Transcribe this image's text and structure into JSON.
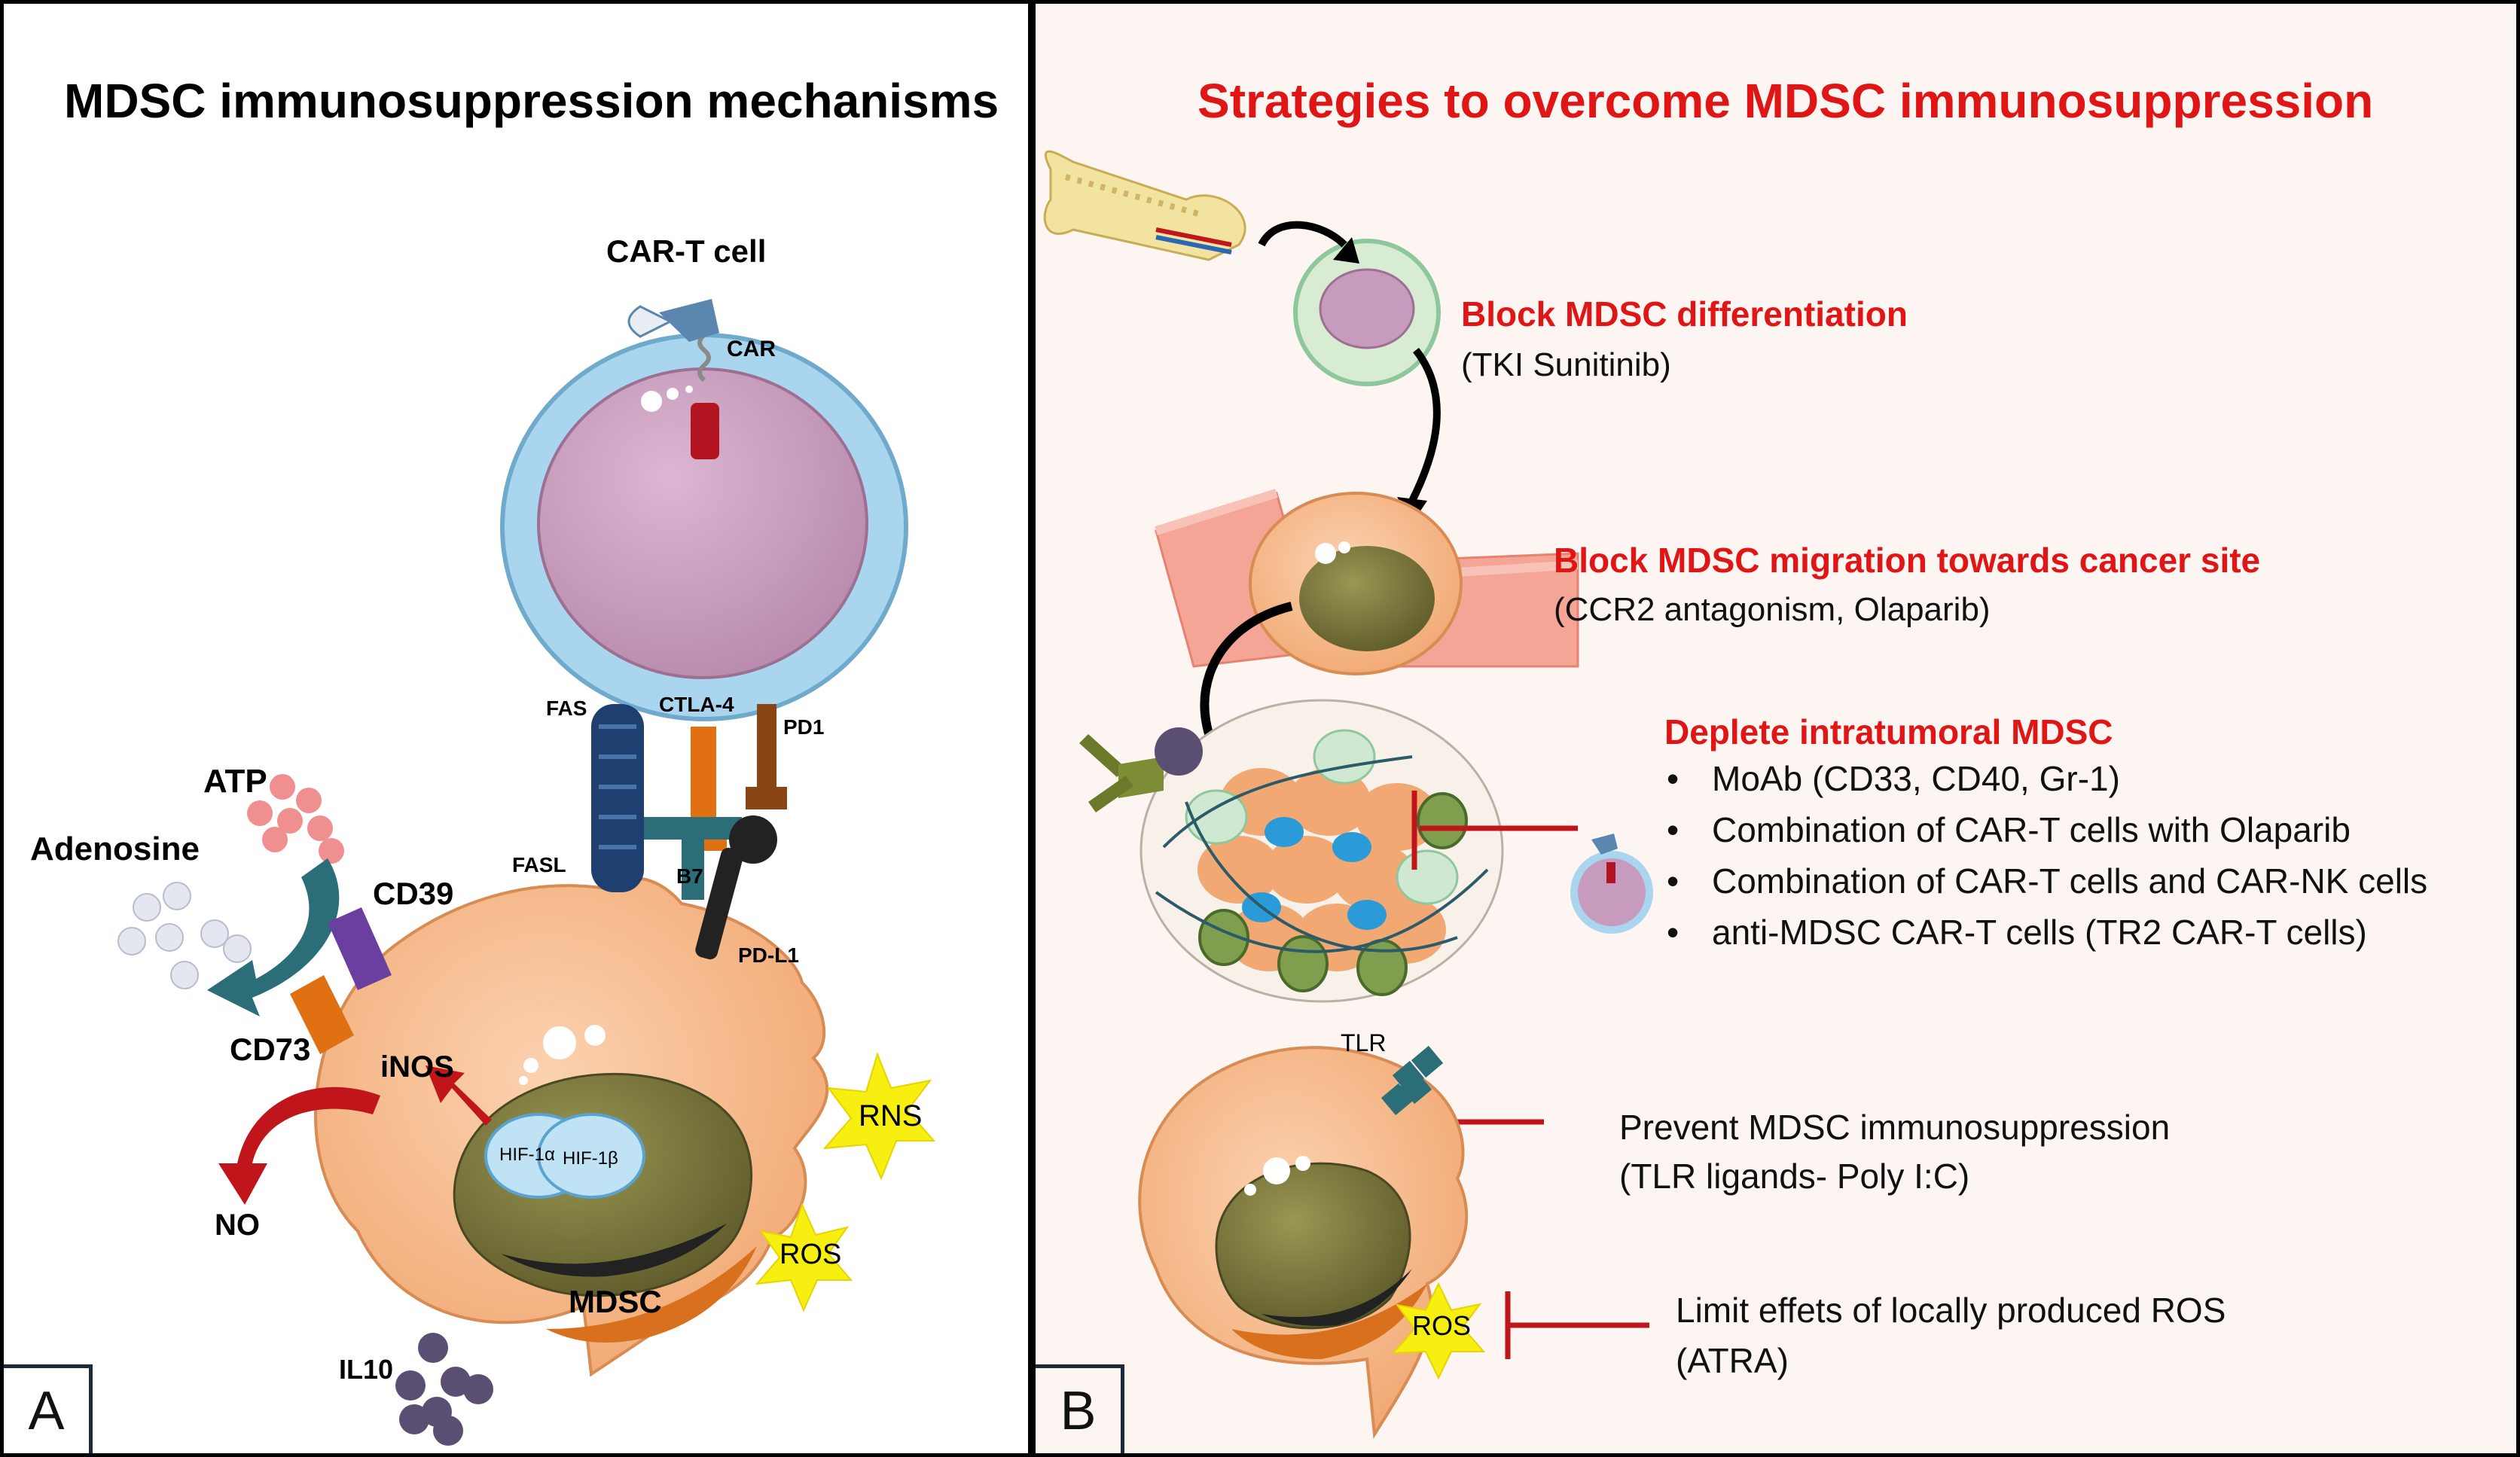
{
  "panel_a": {
    "title": "MDSC immunosuppression mechanisms",
    "letter": "A",
    "labels": {
      "car_t_cell": "CAR-T cell",
      "car": "CAR",
      "fas": "FAS",
      "ctla4": "CTLA-4",
      "pd1": "PD1",
      "fasl": "FASL",
      "b7": "B7",
      "pdl1": "PD-L1",
      "atp": "ATP",
      "adenosine": "Adenosine",
      "cd39": "CD39",
      "cd73": "CD73",
      "inos": "iNOS",
      "hif1a": "HIF-1α",
      "hif1b": "HIF-1β",
      "rns": "RNS",
      "ros": "ROS",
      "no": "NO",
      "mdsc": "MDSC",
      "il10": "IL10"
    }
  },
  "panel_b": {
    "title": "Strategies to overcome MDSC immunosuppression",
    "letter": "B",
    "strategies": {
      "differentiation": {
        "heading": "Block MDSC differentiation",
        "detail": "(TKI Sunitinib)"
      },
      "migration": {
        "heading": "Block MDSC migration towards cancer site",
        "detail": "(CCR2 antagonism, Olaparib)"
      },
      "deplete": {
        "heading": "Deplete intratumoral MDSC",
        "items": [
          "MoAb (CD33, CD40, Gr-1)",
          "Combination of CAR-T cells with  Olaparib",
          "Combination of CAR-T cells and CAR-NK cells",
          "anti-MDSC CAR-T cells (TR2 CAR-T cells)"
        ]
      },
      "prevent": {
        "line1": "Prevent  MDSC immunosuppression",
        "line2": "(TLR  ligands- Poly I:C)"
      },
      "limit": {
        "line1": "Limit effets of locally produced ROS",
        "line2": "(ATRA)"
      }
    },
    "labels": {
      "tlr": "TLR",
      "ros": "ROS"
    }
  },
  "colors": {
    "title_red": "#e01515",
    "inhibit_red": "#c0151b",
    "mdsc_orange": "#f7bd8f",
    "nucleus_olive": "#7d7a3e",
    "tcell_blue": "#a9d6ee",
    "tcell_purple": "#c79bbd",
    "star_yellow": "#f6ef0f"
  }
}
